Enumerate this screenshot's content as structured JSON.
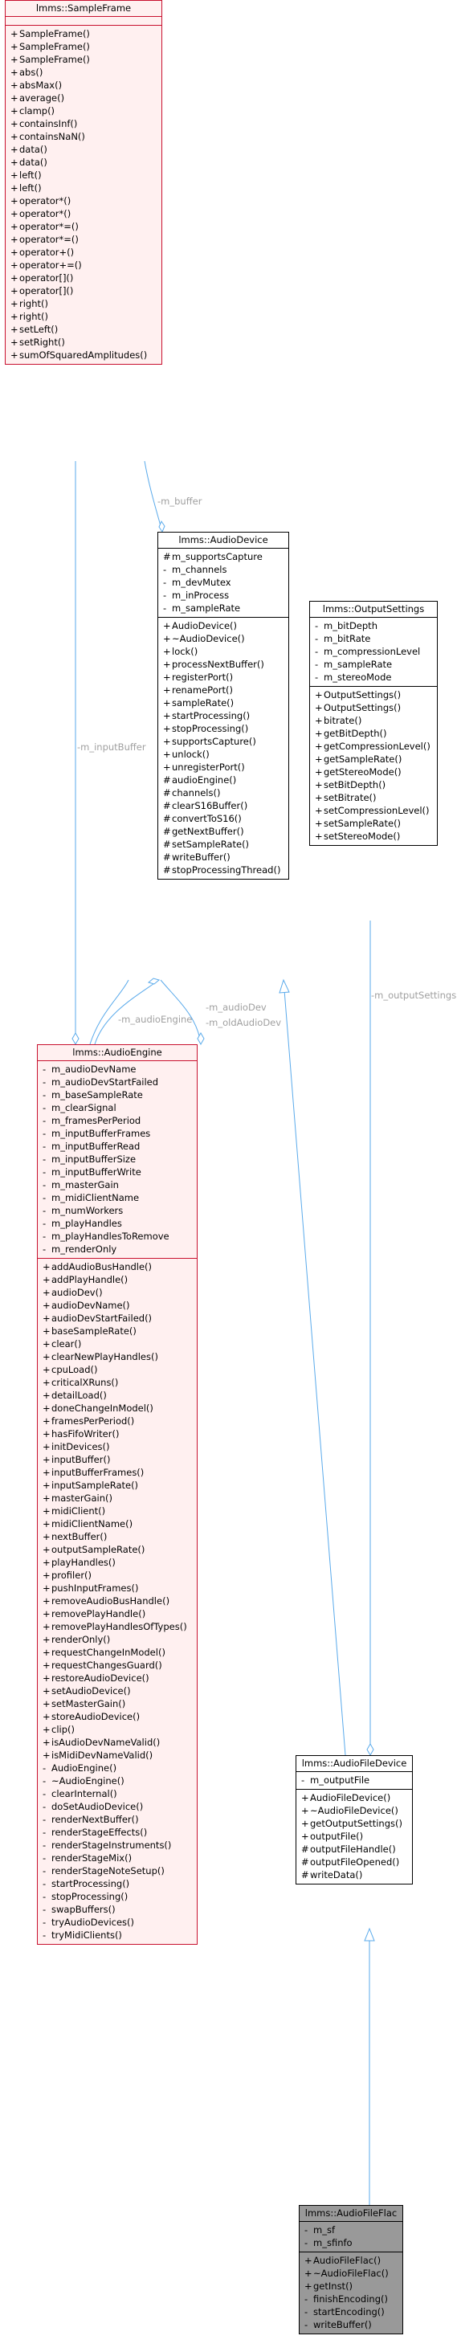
{
  "classes": {
    "sample_frame": {
      "name": "lmms::SampleFrame",
      "attributes": [],
      "operations": [
        {
          "v": "+",
          "n": "SampleFrame()"
        },
        {
          "v": "+",
          "n": "SampleFrame()"
        },
        {
          "v": "+",
          "n": "SampleFrame()"
        },
        {
          "v": "+",
          "n": "abs()"
        },
        {
          "v": "+",
          "n": "absMax()"
        },
        {
          "v": "+",
          "n": "average()"
        },
        {
          "v": "+",
          "n": "clamp()"
        },
        {
          "v": "+",
          "n": "containsInf()"
        },
        {
          "v": "+",
          "n": "containsNaN()"
        },
        {
          "v": "+",
          "n": "data()"
        },
        {
          "v": "+",
          "n": "data()"
        },
        {
          "v": "+",
          "n": "left()"
        },
        {
          "v": "+",
          "n": "left()"
        },
        {
          "v": "+",
          "n": "operator*()"
        },
        {
          "v": "+",
          "n": "operator*()"
        },
        {
          "v": "+",
          "n": "operator*=()"
        },
        {
          "v": "+",
          "n": "operator*=()"
        },
        {
          "v": "+",
          "n": "operator+()"
        },
        {
          "v": "+",
          "n": "operator+=()"
        },
        {
          "v": "+",
          "n": "operator[]()"
        },
        {
          "v": "+",
          "n": "operator[]()"
        },
        {
          "v": "+",
          "n": "right()"
        },
        {
          "v": "+",
          "n": "right()"
        },
        {
          "v": "+",
          "n": "setLeft()"
        },
        {
          "v": "+",
          "n": "setRight()"
        },
        {
          "v": "+",
          "n": "sumOfSquaredAmplitudes()"
        }
      ]
    },
    "audio_device": {
      "name": "lmms::AudioDevice",
      "attributes": [
        {
          "v": "#",
          "n": "m_supportsCapture"
        },
        {
          "v": "-",
          "n": "m_channels"
        },
        {
          "v": "-",
          "n": "m_devMutex"
        },
        {
          "v": "-",
          "n": "m_inProcess"
        },
        {
          "v": "-",
          "n": "m_sampleRate"
        }
      ],
      "operations": [
        {
          "v": "+",
          "n": "AudioDevice()"
        },
        {
          "v": "+",
          "n": "~AudioDevice()"
        },
        {
          "v": "+",
          "n": "lock()"
        },
        {
          "v": "+",
          "n": "processNextBuffer()"
        },
        {
          "v": "+",
          "n": "registerPort()"
        },
        {
          "v": "+",
          "n": "renamePort()"
        },
        {
          "v": "+",
          "n": "sampleRate()"
        },
        {
          "v": "+",
          "n": "startProcessing()"
        },
        {
          "v": "+",
          "n": "stopProcessing()"
        },
        {
          "v": "+",
          "n": "supportsCapture()"
        },
        {
          "v": "+",
          "n": "unlock()"
        },
        {
          "v": "+",
          "n": "unregisterPort()"
        },
        {
          "v": "#",
          "n": "audioEngine()"
        },
        {
          "v": "#",
          "n": "channels()"
        },
        {
          "v": "#",
          "n": "clearS16Buffer()"
        },
        {
          "v": "#",
          "n": "convertToS16()"
        },
        {
          "v": "#",
          "n": "getNextBuffer()"
        },
        {
          "v": "#",
          "n": "setSampleRate()"
        },
        {
          "v": "#",
          "n": "writeBuffer()"
        },
        {
          "v": "#",
          "n": "stopProcessingThread()"
        }
      ]
    },
    "output_settings": {
      "name": "lmms::OutputSettings",
      "attributes": [
        {
          "v": "-",
          "n": "m_bitDepth"
        },
        {
          "v": "-",
          "n": "m_bitRate"
        },
        {
          "v": "-",
          "n": "m_compressionLevel"
        },
        {
          "v": "-",
          "n": "m_sampleRate"
        },
        {
          "v": "-",
          "n": "m_stereoMode"
        }
      ],
      "operations": [
        {
          "v": "+",
          "n": "OutputSettings()"
        },
        {
          "v": "+",
          "n": "OutputSettings()"
        },
        {
          "v": "+",
          "n": "bitrate()"
        },
        {
          "v": "+",
          "n": "getBitDepth()"
        },
        {
          "v": "+",
          "n": "getCompressionLevel()"
        },
        {
          "v": "+",
          "n": "getSampleRate()"
        },
        {
          "v": "+",
          "n": "getStereoMode()"
        },
        {
          "v": "+",
          "n": "setBitDepth()"
        },
        {
          "v": "+",
          "n": "setBitrate()"
        },
        {
          "v": "+",
          "n": "setCompressionLevel()"
        },
        {
          "v": "+",
          "n": "setSampleRate()"
        },
        {
          "v": "+",
          "n": "setStereoMode()"
        }
      ]
    },
    "audio_engine": {
      "name": "lmms::AudioEngine",
      "attributes": [
        {
          "v": "-",
          "n": "m_audioDevName"
        },
        {
          "v": "-",
          "n": "m_audioDevStartFailed"
        },
        {
          "v": "-",
          "n": "m_baseSampleRate"
        },
        {
          "v": "-",
          "n": "m_clearSignal"
        },
        {
          "v": "-",
          "n": "m_framesPerPeriod"
        },
        {
          "v": "-",
          "n": "m_inputBufferFrames"
        },
        {
          "v": "-",
          "n": "m_inputBufferRead"
        },
        {
          "v": "-",
          "n": "m_inputBufferSize"
        },
        {
          "v": "-",
          "n": "m_inputBufferWrite"
        },
        {
          "v": "-",
          "n": "m_masterGain"
        },
        {
          "v": "-",
          "n": "m_midiClientName"
        },
        {
          "v": "-",
          "n": "m_numWorkers"
        },
        {
          "v": "-",
          "n": "m_playHandles"
        },
        {
          "v": "-",
          "n": "m_playHandlesToRemove"
        },
        {
          "v": "-",
          "n": "m_renderOnly"
        }
      ],
      "operations": [
        {
          "v": "+",
          "n": "addAudioBusHandle()"
        },
        {
          "v": "+",
          "n": "addPlayHandle()"
        },
        {
          "v": "+",
          "n": "audioDev()"
        },
        {
          "v": "+",
          "n": "audioDevName()"
        },
        {
          "v": "+",
          "n": "audioDevStartFailed()"
        },
        {
          "v": "+",
          "n": "baseSampleRate()"
        },
        {
          "v": "+",
          "n": "clear()"
        },
        {
          "v": "+",
          "n": "clearNewPlayHandles()"
        },
        {
          "v": "+",
          "n": "cpuLoad()"
        },
        {
          "v": "+",
          "n": "criticalXRuns()"
        },
        {
          "v": "+",
          "n": "detailLoad()"
        },
        {
          "v": "+",
          "n": "doneChangeInModel()"
        },
        {
          "v": "+",
          "n": "framesPerPeriod()"
        },
        {
          "v": "+",
          "n": "hasFifoWriter()"
        },
        {
          "v": "+",
          "n": "initDevices()"
        },
        {
          "v": "+",
          "n": "inputBuffer()"
        },
        {
          "v": "+",
          "n": "inputBufferFrames()"
        },
        {
          "v": "+",
          "n": "inputSampleRate()"
        },
        {
          "v": "+",
          "n": "masterGain()"
        },
        {
          "v": "+",
          "n": "midiClient()"
        },
        {
          "v": "+",
          "n": "midiClientName()"
        },
        {
          "v": "+",
          "n": "nextBuffer()"
        },
        {
          "v": "+",
          "n": "outputSampleRate()"
        },
        {
          "v": "+",
          "n": "playHandles()"
        },
        {
          "v": "+",
          "n": "profiler()"
        },
        {
          "v": "+",
          "n": "pushInputFrames()"
        },
        {
          "v": "+",
          "n": "removeAudioBusHandle()"
        },
        {
          "v": "+",
          "n": "removePlayHandle()"
        },
        {
          "v": "+",
          "n": "removePlayHandlesOfTypes()"
        },
        {
          "v": "+",
          "n": "renderOnly()"
        },
        {
          "v": "+",
          "n": "requestChangeInModel()"
        },
        {
          "v": "+",
          "n": "requestChangesGuard()"
        },
        {
          "v": "+",
          "n": "restoreAudioDevice()"
        },
        {
          "v": "+",
          "n": "setAudioDevice()"
        },
        {
          "v": "+",
          "n": "setMasterGain()"
        },
        {
          "v": "+",
          "n": "storeAudioDevice()"
        },
        {
          "v": "+",
          "n": "clip()"
        },
        {
          "v": "+",
          "n": "isAudioDevNameValid()"
        },
        {
          "v": "+",
          "n": "isMidiDevNameValid()"
        },
        {
          "v": "-",
          "n": "AudioEngine()"
        },
        {
          "v": "-",
          "n": "~AudioEngine()"
        },
        {
          "v": "-",
          "n": "clearInternal()"
        },
        {
          "v": "-",
          "n": "doSetAudioDevice()"
        },
        {
          "v": "-",
          "n": "renderNextBuffer()"
        },
        {
          "v": "-",
          "n": "renderStageEffects()"
        },
        {
          "v": "-",
          "n": "renderStageInstruments()"
        },
        {
          "v": "-",
          "n": "renderStageMix()"
        },
        {
          "v": "-",
          "n": "renderStageNoteSetup()"
        },
        {
          "v": "-",
          "n": "startProcessing()"
        },
        {
          "v": "-",
          "n": "stopProcessing()"
        },
        {
          "v": "-",
          "n": "swapBuffers()"
        },
        {
          "v": "-",
          "n": "tryAudioDevices()"
        },
        {
          "v": "-",
          "n": "tryMidiClients()"
        }
      ]
    },
    "audio_file_device": {
      "name": "lmms::AudioFileDevice",
      "attributes": [
        {
          "v": "-",
          "n": "m_outputFile"
        }
      ],
      "operations": [
        {
          "v": "+",
          "n": "AudioFileDevice()"
        },
        {
          "v": "+",
          "n": "~AudioFileDevice()"
        },
        {
          "v": "+",
          "n": "getOutputSettings()"
        },
        {
          "v": "+",
          "n": "outputFile()"
        },
        {
          "v": "#",
          "n": "outputFileHandle()"
        },
        {
          "v": "#",
          "n": "outputFileOpened()"
        },
        {
          "v": "#",
          "n": "writeData()"
        }
      ]
    },
    "audio_file_flac": {
      "name": "lmms::AudioFileFlac",
      "attributes": [
        {
          "v": "-",
          "n": "m_sf"
        },
        {
          "v": "-",
          "n": "m_sfinfo"
        }
      ],
      "operations": [
        {
          "v": "+",
          "n": "AudioFileFlac()"
        },
        {
          "v": "+",
          "n": "~AudioFileFlac()"
        },
        {
          "v": "+",
          "n": "getInst()"
        },
        {
          "v": "-",
          "n": "finishEncoding()"
        },
        {
          "v": "-",
          "n": "startEncoding()"
        },
        {
          "v": "-",
          "n": "writeBuffer()"
        }
      ]
    }
  },
  "edge_labels": {
    "m_buffer": "-m_buffer",
    "m_input_buffer": "-m_inputBuffer",
    "m_audio_engine": "-m_audioEngine",
    "m_audio_dev": "-m_audioDev",
    "m_old_audio_dev": "-m_oldAudioDev",
    "m_output_settings": "-m_outputSettings"
  },
  "colors": {
    "edge": "#5aaaeb",
    "edge_label": "#a0a0a0",
    "highlight_border": "#c8102e",
    "highlight_fill": "#fff0f0",
    "focus_fill": "#999999"
  }
}
